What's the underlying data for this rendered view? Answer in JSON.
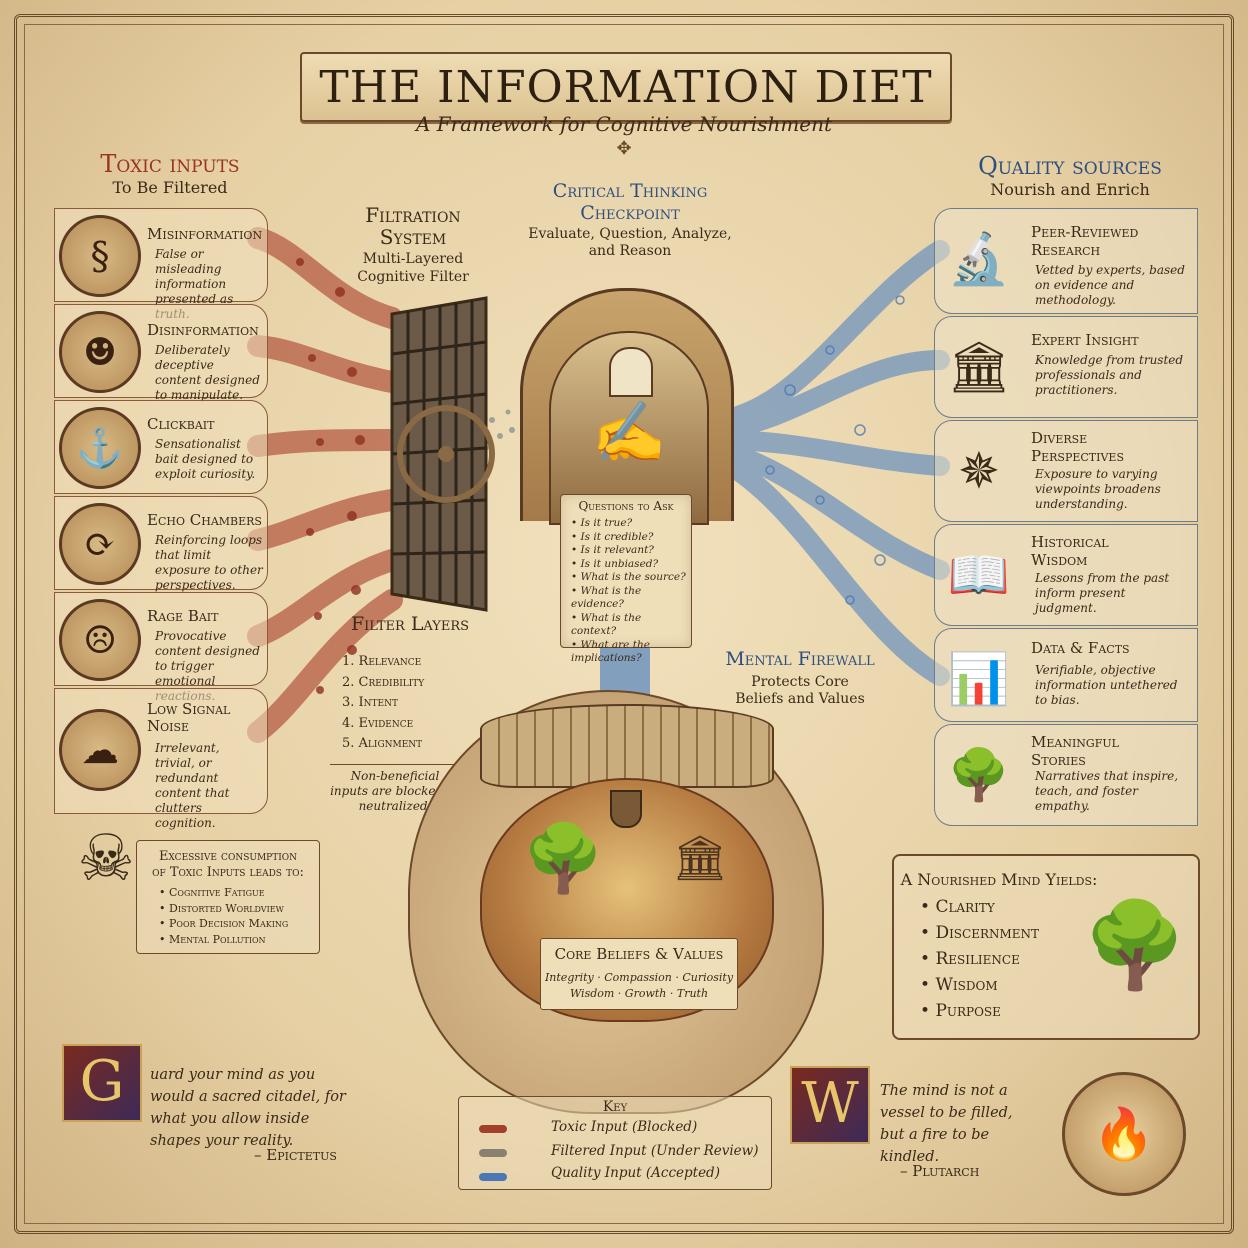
{
  "title": "THE INFORMATION DIET",
  "subtitle": "A Framework for Cognitive Nourishment",
  "colors": {
    "toxic": "#a2402c",
    "quality": "#4a78b4",
    "ink": "#3a2a18",
    "parchment": "#e9d6ae"
  },
  "toxic": {
    "heading": "Toxic inputs",
    "subheading": "To Be Filtered",
    "items": [
      {
        "title": "Misinformation",
        "desc": "False or misleading information presented as truth.",
        "icon": "serpent-icon"
      },
      {
        "title": "Disinformation",
        "desc": "Deliberately deceptive content designed to manipulate.",
        "icon": "mask-icon"
      },
      {
        "title": "Clickbait",
        "desc": "Sensationalist bait designed to exploit curiosity.",
        "icon": "hook-icon"
      },
      {
        "title": "Echo Chambers",
        "desc": "Reinforcing loops that limit exposure to other perspectives.",
        "icon": "loop-icon"
      },
      {
        "title": "Rage Bait",
        "desc": "Provocative content designed to trigger emotional reactions.",
        "icon": "angry-face-icon"
      },
      {
        "title": "Low Signal Noise",
        "desc": "Irrelevant, trivial, or redundant content that clutters cognition.",
        "icon": "cloud-icon"
      }
    ]
  },
  "filtration": {
    "heading": "Filtration System",
    "subheading": "Multi-Layered Cognitive Filter",
    "layers_heading": "Filter Layers",
    "layers": [
      "1. Relevance",
      "2. Credibility",
      "3. Intent",
      "4. Evidence",
      "5. Alignment"
    ],
    "note": "Non-beneficial inputs are blocked or neutralized."
  },
  "checkpoint": {
    "heading": "Critical Thinking Checkpoint",
    "subheading": "Evaluate, Question, Analyze, and Reason",
    "questions_title": "Questions to Ask",
    "questions": [
      "Is it true?",
      "Is it credible?",
      "Is it relevant?",
      "Is it unbiased?",
      "What is the source?",
      "What is the evidence?",
      "What is the context?",
      "What are the implications?"
    ]
  },
  "quality": {
    "heading": "Quality sources",
    "subheading": "Nourish and Enrich",
    "items": [
      {
        "title": "Peer-Reviewed Research",
        "desc": "Vetted by experts, based on evidence and methodology.",
        "icon": "microscope-icon"
      },
      {
        "title": "Expert Insight",
        "desc": "Knowledge from trusted professionals and practitioners.",
        "icon": "column-icon"
      },
      {
        "title": "Diverse Perspectives",
        "desc": "Exposure to varying viewpoints broadens understanding.",
        "icon": "compass-icon"
      },
      {
        "title": "Historical Wisdom",
        "desc": "Lessons from the past inform present judgment.",
        "icon": "book-icon"
      },
      {
        "title": "Data & Facts",
        "desc": "Verifiable, objective information untethered to bias.",
        "icon": "bar-chart-icon"
      },
      {
        "title": "Meaningful Stories",
        "desc": "Narratives that inspire, teach, and foster empathy.",
        "icon": "tree-icon"
      }
    ]
  },
  "firewall": {
    "heading": "Mental Firewall",
    "subheading": "Protects Core Beliefs and Values"
  },
  "core": {
    "title": "Core Beliefs & Values",
    "line1": "Integrity · Compassion · Curiosity",
    "line2": "Wisdom · Growth · Truth"
  },
  "excess": {
    "heading1": "Excessive consumption",
    "heading2": "of Toxic Inputs leads to:",
    "items": [
      "Cognitive Fatigue",
      "Distorted Worldview",
      "Poor Decision Making",
      "Mental Pollution"
    ]
  },
  "yields": {
    "heading": "A Nourished Mind Yields:",
    "items": [
      "Clarity",
      "Discernment",
      "Resilience",
      "Wisdom",
      "Purpose"
    ]
  },
  "quote_left": {
    "initial": "G",
    "text": "uard your mind as you would a sacred citadel, for what you allow inside shapes your reality.",
    "author": "– Epictetus"
  },
  "quote_right": {
    "initial": "W",
    "text": "The mind is not a vessel to be filled, but a fire to be kindled.",
    "author": "– Plutarch"
  },
  "key": {
    "title": "Key",
    "rows": [
      "Toxic Input (Blocked)",
      "Filtered Input (Under Review)",
      "Quality Input (Accepted)"
    ]
  }
}
